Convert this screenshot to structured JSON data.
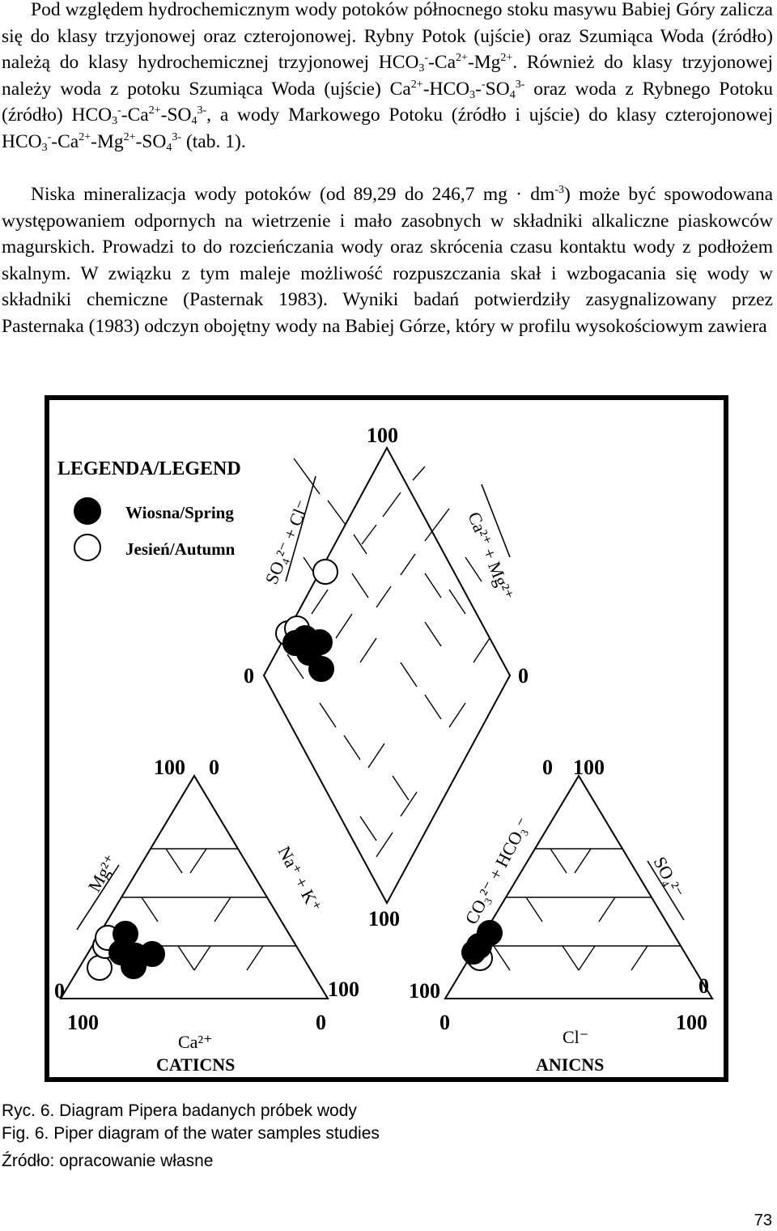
{
  "paragraph1": {
    "s1": "Pod względem hydrochemicznym wody potoków północnego stoku masywu Babiej Góry zalicza się do klasy trzyjonowej oraz czterojonowej. Rybny Potok (ujście) oraz Szumiąca Woda (źródło) należą do klasy hydrochemicznej trzyjonowej HCO",
    "s2": "-Ca",
    "s3": "-Mg",
    "s4": ". Również do klasy trzyjonowej należy woda z potoku Szumiąca Woda (ujście) Ca",
    "s5": "-HCO",
    "s6": "-",
    "s7": "SO",
    "s8": " oraz woda z Rybnego Potoku (źródło) HCO",
    "s9": "-Ca",
    "s10": "-SO",
    "s11": ", a wody Markowego Potoku (źródło i ujście) do klasy czterojonowej HCO",
    "s12": "-Ca",
    "s13": "-Mg",
    "s14": "-SO",
    "s15": " (tab. 1).",
    "sub3": "3",
    "sub4": "4",
    "sup_minus": "-",
    "sup_2plus": "2+",
    "sup_3minus": "3-"
  },
  "paragraph2": {
    "a": "Niska mineralizacja wody potoków (od 89,29 do 246,7 mg · dm",
    "sup": "-3",
    "b": ") może być spowodowana występowaniem odpornych na wietrzenie i mało zasobnych w składniki alkaliczne piaskowców magurskich. Prowadzi to do rozcieńczania wody oraz skrócenia czasu kontaktu wody z podłożem skalnym. W związku z tym maleje możliwość rozpuszczania skał i wzbogacania się wody w składniki chemiczne (Pasternak 1983). Wyniki badań potwierdziły zasygnalizowany przez Pasternaka (1983) odczyn obojętny wody na Babiej Górze, który w profilu wysokościowym zawiera"
  },
  "figure": {
    "legend_title": "LEGENDA/LEGEND",
    "legend_spring": "Wiosna/Spring",
    "legend_autumn": "Jesień/Autumn",
    "tick_100": "100",
    "tick_0": "0",
    "axis_so4_cl": "SO₄²⁻ + Cl⁻",
    "axis_ca_mg": "Ca²⁺ + Mg²⁺",
    "axis_mg": "Mg²⁺",
    "axis_na_k": "Na⁺ + K⁺",
    "axis_co3_hco3": "CO₃²⁻ + HCO₃⁻",
    "axis_so4": "SO₄²⁻",
    "axis_ca": "Ca²⁺",
    "axis_cl": "Cl⁻",
    "label_cations": "CATICNS",
    "label_anions": "ANICNS",
    "colors": {
      "spring_fill": "#000000",
      "autumn_fill": "#ffffff",
      "frame": "#000000"
    }
  },
  "captions": {
    "pl": "Ryc. 6. Diagram Pipera badanych próbek wody",
    "en": "Fig. 6. Piper diagram of the water samples studies",
    "source": "Źródło: opracowanie własne"
  },
  "page_number": "73"
}
